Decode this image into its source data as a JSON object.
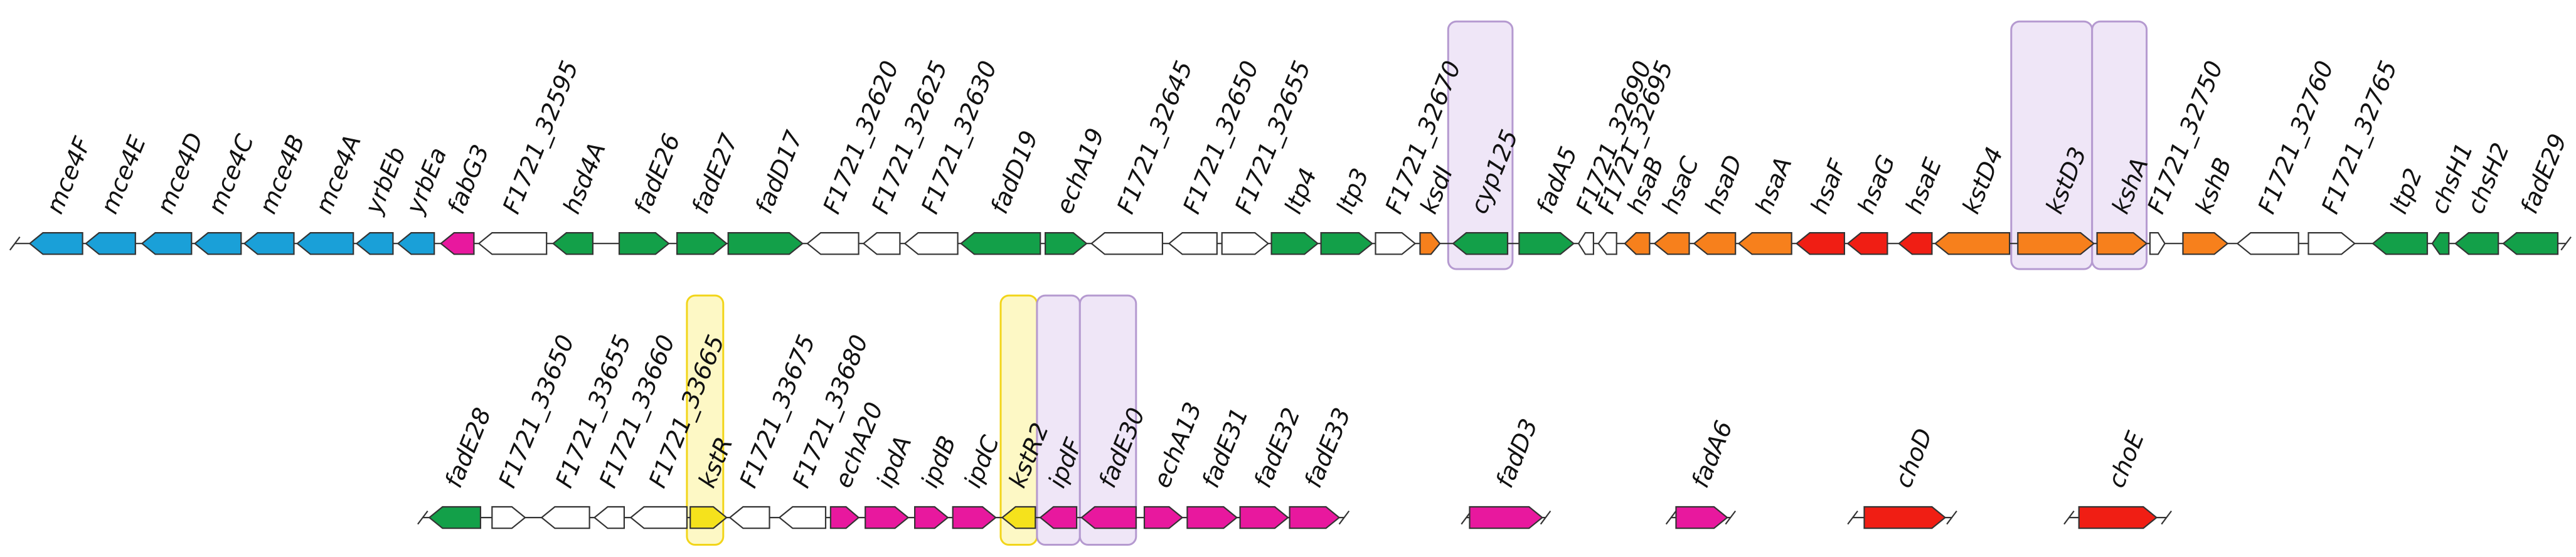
{
  "colors": {
    "blue": "#1aa0d8",
    "magenta": "#e8189e",
    "white": "#ffffff",
    "green": "#13a049",
    "orange": "#f7801c",
    "red": "#f01e14",
    "yellow": "#f5e21c",
    "highlight_purple_fill": "#efe6f7",
    "highlight_purple_stroke": "#b59ad0",
    "highlight_yellow_fill": "#fdf8c5",
    "highlight_yellow_stroke": "#f2d51a"
  },
  "rows": [
    {
      "genes": [
        {
          "label": "mce4F",
          "color": "blue",
          "dir": "left"
        },
        {
          "label": "mce4E",
          "color": "blue",
          "dir": "left"
        },
        {
          "label": "mce4D",
          "color": "blue",
          "dir": "left"
        },
        {
          "label": "mce4C",
          "color": "blue",
          "dir": "left"
        },
        {
          "label": "mce4B",
          "color": "blue",
          "dir": "left"
        },
        {
          "label": "mce4A",
          "color": "blue",
          "dir": "left"
        },
        {
          "label": "yrbEb",
          "color": "blue",
          "dir": "left"
        },
        {
          "label": "yrbEa",
          "color": "blue",
          "dir": "left"
        },
        {
          "label": "fabG3",
          "color": "magenta",
          "dir": "left"
        },
        {
          "label": "F1721_32595",
          "color": "white",
          "dir": "left"
        },
        {
          "label": "hsd4A",
          "color": "green",
          "dir": "left"
        },
        {
          "label": "fadE26",
          "color": "green",
          "dir": "right"
        },
        {
          "label": "fadE27",
          "color": "green",
          "dir": "right"
        },
        {
          "label": "fadD17",
          "color": "green",
          "dir": "right"
        },
        {
          "label": "F1721_32620",
          "color": "white",
          "dir": "left"
        },
        {
          "label": "F1721_32625",
          "color": "white",
          "dir": "left"
        },
        {
          "label": "F1721_32630",
          "color": "white",
          "dir": "left"
        },
        {
          "label": "fadD19",
          "color": "green",
          "dir": "left"
        },
        {
          "label": "echA19",
          "color": "green",
          "dir": "right"
        },
        {
          "label": "F1721_32645",
          "color": "white",
          "dir": "left"
        },
        {
          "label": "F1721_32650",
          "color": "white",
          "dir": "left"
        },
        {
          "label": "F1721_32655",
          "color": "white",
          "dir": "right"
        },
        {
          "label": "ltp4",
          "color": "green",
          "dir": "right"
        },
        {
          "label": "ltp3",
          "color": "green",
          "dir": "right"
        },
        {
          "label": "F1721_32670",
          "color": "white",
          "dir": "right"
        },
        {
          "label": "ksdI",
          "color": "orange",
          "dir": "right"
        },
        {
          "label": "cyp125",
          "color": "green",
          "dir": "left",
          "highlight": "purple"
        },
        {
          "label": "fadA5",
          "color": "green",
          "dir": "right"
        },
        {
          "label": "F1721_32690",
          "color": "white",
          "dir": "left"
        },
        {
          "label": "F1721_32695",
          "color": "white",
          "dir": "left"
        },
        {
          "label": "hsaB",
          "color": "orange",
          "dir": "left"
        },
        {
          "label": "hsaC",
          "color": "orange",
          "dir": "left"
        },
        {
          "label": "hsaD",
          "color": "orange",
          "dir": "left"
        },
        {
          "label": "hsaA",
          "color": "orange",
          "dir": "left"
        },
        {
          "label": "hsaF",
          "color": "red",
          "dir": "left"
        },
        {
          "label": "hsaG",
          "color": "red",
          "dir": "left"
        },
        {
          "label": "hsaE",
          "color": "red",
          "dir": "left"
        },
        {
          "label": "kstD4",
          "color": "orange",
          "dir": "left"
        },
        {
          "label": "kstD3",
          "color": "orange",
          "dir": "right",
          "highlight": "purple"
        },
        {
          "label": "kshA",
          "color": "orange",
          "dir": "right",
          "highlight": "purple"
        },
        {
          "label": "F1721_32750",
          "color": "white",
          "dir": "right"
        },
        {
          "label": "kshB",
          "color": "orange",
          "dir": "right"
        },
        {
          "label": "F1721_32760",
          "color": "white",
          "dir": "left"
        },
        {
          "label": "F1721_32765",
          "color": "white",
          "dir": "right"
        },
        {
          "label": "ltp2",
          "color": "green",
          "dir": "left"
        },
        {
          "label": "chsH1",
          "color": "green",
          "dir": "left"
        },
        {
          "label": "chsH2",
          "color": "green",
          "dir": "left"
        },
        {
          "label": "fadE29",
          "color": "green",
          "dir": "left"
        }
      ]
    },
    {
      "genes": [
        {
          "label": "fadE28",
          "color": "green",
          "dir": "left"
        },
        {
          "label": "F1721_33650",
          "color": "white",
          "dir": "right"
        },
        {
          "label": "F1721_33655",
          "color": "white",
          "dir": "left"
        },
        {
          "label": "F1721_33660",
          "color": "white",
          "dir": "left"
        },
        {
          "label": "F1721_33665",
          "color": "white",
          "dir": "left"
        },
        {
          "label": "kstR",
          "color": "yellow",
          "dir": "right",
          "highlight": "yellow"
        },
        {
          "label": "F1721_33675",
          "color": "white",
          "dir": "left"
        },
        {
          "label": "F1721_33680",
          "color": "white",
          "dir": "left"
        },
        {
          "label": "echA20",
          "color": "magenta",
          "dir": "right"
        },
        {
          "label": "ipdA",
          "color": "magenta",
          "dir": "right"
        },
        {
          "label": "ipdB",
          "color": "magenta",
          "dir": "right"
        },
        {
          "label": "ipdC",
          "color": "magenta",
          "dir": "right"
        },
        {
          "label": "kstR2",
          "color": "yellow",
          "dir": "left",
          "highlight": "yellow"
        },
        {
          "label": "ipdF",
          "color": "magenta",
          "dir": "left",
          "highlight": "purple"
        },
        {
          "label": "fadE30",
          "color": "magenta",
          "dir": "left",
          "highlight": "purple"
        },
        {
          "label": "echA13",
          "color": "magenta",
          "dir": "right"
        },
        {
          "label": "fadE31",
          "color": "magenta",
          "dir": "right"
        },
        {
          "label": "fadE32",
          "color": "magenta",
          "dir": "right"
        },
        {
          "label": "fadE33",
          "color": "magenta",
          "dir": "right"
        }
      ]
    },
    {
      "genes": [
        {
          "label": "fadD3",
          "color": "magenta",
          "dir": "right"
        }
      ]
    },
    {
      "genes": [
        {
          "label": "fadA6",
          "color": "magenta",
          "dir": "right"
        }
      ]
    },
    {
      "genes": [
        {
          "label": "choD",
          "color": "red",
          "dir": "right"
        }
      ]
    },
    {
      "genes": [
        {
          "label": "choE",
          "color": "red",
          "dir": "right"
        }
      ]
    }
  ]
}
